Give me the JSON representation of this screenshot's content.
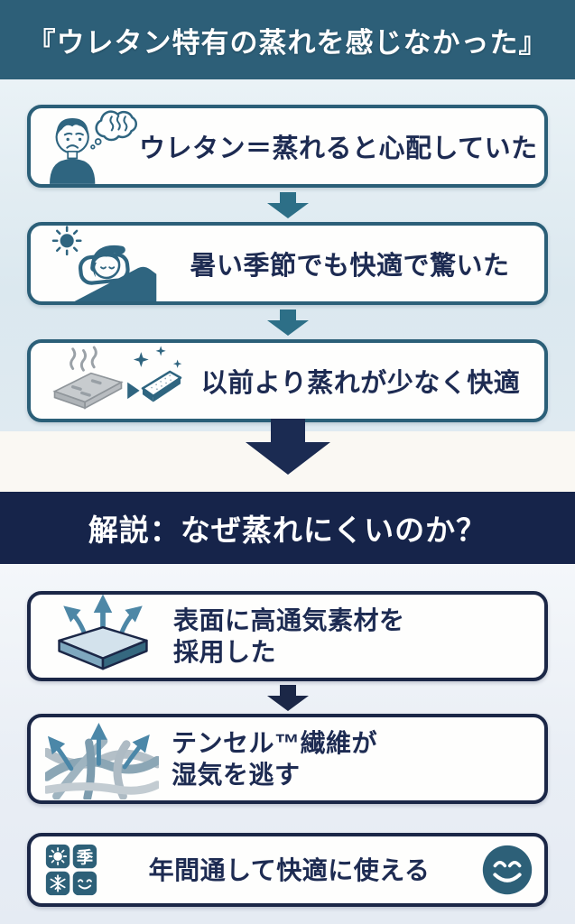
{
  "header": {
    "title": "『ウレタン特有の蒸れを感じなかった』"
  },
  "testimonial": {
    "steps": [
      {
        "icon": "worried-person-steam-icon",
        "label": "ウレタン＝蒸れると心配していた"
      },
      {
        "icon": "sleeping-person-sun-icon",
        "label": "暑い季節でも快適で驚いた"
      },
      {
        "icon": "mattress-before-after-icon",
        "label": "以前より蒸れが少なく快適"
      }
    ]
  },
  "explanation": {
    "band_title": "解説：なぜ蒸れにくいのか？",
    "steps": [
      {
        "icon": "breathable-surface-icon",
        "line1": "表面に高通気素材を",
        "line2": "採用した"
      },
      {
        "icon": "fiber-breathing-icon",
        "line1": "テンセル™繊維が",
        "line2": "湿気を逃す"
      },
      {
        "icon": "four-seasons-icon",
        "label": "年間通して快適に使える",
        "season_kanji": "季",
        "end_icon": "smiley-face-icon"
      }
    ]
  },
  "colors": {
    "header_bg": "#2d5f78",
    "teal_icon": "#2f6580",
    "teal_border": "#2b5f78",
    "teal_arrow": "#2d6f87",
    "navy_band_bg": "#16244a",
    "navy_border": "#1b2747",
    "navy_arrow": "#1b2b52",
    "text_navy": "#1d2b52",
    "section1_bg": "#dbe8ef",
    "section2_bg": "#e9eef5",
    "white_band_bg": "#faf8f3",
    "box_bg": "#fefefd"
  }
}
